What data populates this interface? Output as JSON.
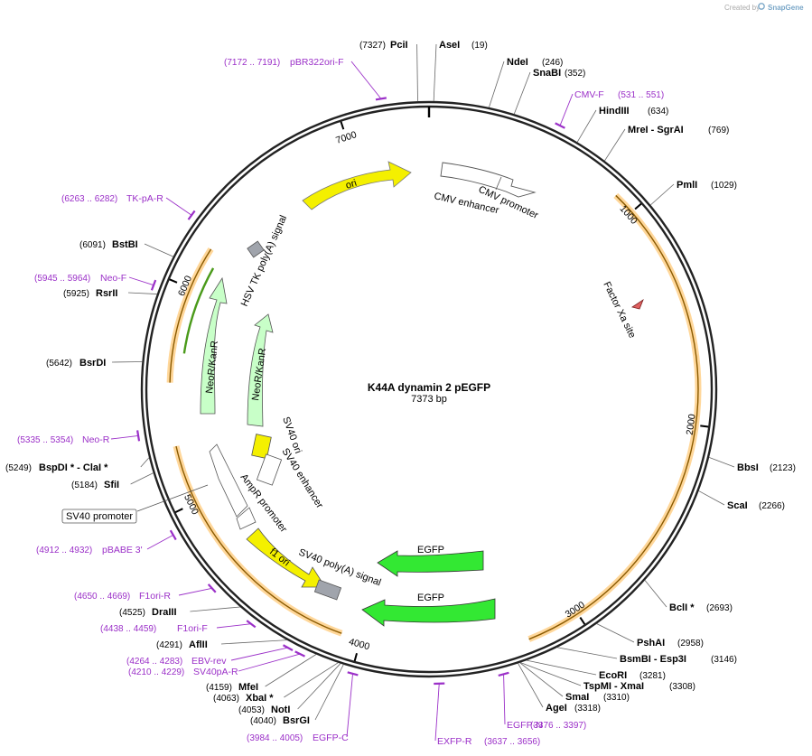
{
  "brand": {
    "created_by": "Created by",
    "product": "SnapGene"
  },
  "plasmid": {
    "name": "K44A dynamin 2 pEGFP",
    "length_label": "7373 bp",
    "length": 7373
  },
  "colors": {
    "backbone": "#222222",
    "primer": "#9b30c8",
    "orf_fill": "#ffd79a",
    "orf_line": "#8a5a00",
    "ori": "#f4f000",
    "egfp": "#33e833",
    "neo": "#c8ffc8",
    "neo_dark": "#4a9a1a",
    "promoter": "#ffffff",
    "signal": "#a0a4ac"
  },
  "ticks": [
    {
      "label": "1000",
      "pos": 1000
    },
    {
      "label": "2000",
      "pos": 2000
    },
    {
      "label": "3000",
      "pos": 3000
    },
    {
      "label": "4000",
      "pos": 4000
    },
    {
      "label": "5000",
      "pos": 5000
    },
    {
      "label": "6000",
      "pos": 6000
    },
    {
      "label": "7000",
      "pos": 7000
    }
  ],
  "sites": [
    {
      "name": "PciI",
      "pos_label": "(7327)",
      "pos": 7327
    },
    {
      "name": "AseI",
      "pos_label": "(19)",
      "pos": 19
    },
    {
      "name": "NdeI",
      "pos_label": "(246)",
      "pos": 246
    },
    {
      "name": "SnaBI",
      "pos_label": "(352)",
      "pos": 352
    },
    {
      "name": "HindIII",
      "pos_label": "(634)",
      "pos": 634
    },
    {
      "name": "MreI  - SgrAI",
      "pos_label": "(769)",
      "pos": 769
    },
    {
      "name": "PmlI",
      "pos_label": "(1029)",
      "pos": 1029
    },
    {
      "name": "BbsI",
      "pos_label": "(2123)",
      "pos": 2123
    },
    {
      "name": "ScaI",
      "pos_label": "(2266)",
      "pos": 2266
    },
    {
      "name": "BclI *",
      "pos_label": "(2693)",
      "pos": 2693
    },
    {
      "name": "PshAI",
      "pos_label": "(2958)",
      "pos": 2958
    },
    {
      "name": "BsmBI  - Esp3I",
      "pos_label": "(3146)",
      "pos": 3146
    },
    {
      "name": "EcoRI",
      "pos_label": "(3281)",
      "pos": 3281
    },
    {
      "name": "TspMI  - XmaI",
      "pos_label": "(3308)",
      "pos": 3308
    },
    {
      "name": "SmaI",
      "pos_label": "(3310)",
      "pos": 3310
    },
    {
      "name": "AgeI",
      "pos_label": "(3318)",
      "pos": 3318
    },
    {
      "name": "BsrGI",
      "pos_label": "(4040)",
      "pos": 4040
    },
    {
      "name": "NotI",
      "pos_label": "(4053)",
      "pos": 4053
    },
    {
      "name": "XbaI *",
      "pos_label": "(4063)",
      "pos": 4063
    },
    {
      "name": "MfeI",
      "pos_label": "(4159)",
      "pos": 4159
    },
    {
      "name": "AflII",
      "pos_label": "(4291)",
      "pos": 4291
    },
    {
      "name": "DraIII",
      "pos_label": "(4525)",
      "pos": 4525
    },
    {
      "name": "SfiI",
      "pos_label": "(5184)",
      "pos": 5184
    },
    {
      "name": "BspDI *  - ClaI *",
      "pos_label": "(5249)",
      "pos": 5249
    },
    {
      "name": "BsrDI",
      "pos_label": "(5642)",
      "pos": 5642
    },
    {
      "name": "RsrII",
      "pos_label": "(5925)",
      "pos": 5925
    },
    {
      "name": "BstBI",
      "pos_label": "(6091)",
      "pos": 6091
    }
  ],
  "primers": [
    {
      "name": "pBR322ori-F",
      "range": "(7172 .. 7191)",
      "pos": 7181
    },
    {
      "name": "CMV-F",
      "range": "(531 .. 551)",
      "pos": 541
    },
    {
      "name": "EGFP-N",
      "range": "(3376 .. 3397)",
      "pos": 3386
    },
    {
      "name": "EXFP-R",
      "range": "(3637 .. 3656)",
      "pos": 3646
    },
    {
      "name": "EGFP-C",
      "range": "(3984 .. 4005)",
      "pos": 3994
    },
    {
      "name": "SV40pA-R",
      "range": "(4210 .. 4229)",
      "pos": 4219
    },
    {
      "name": "EBV-rev",
      "range": "(4264 .. 4283)",
      "pos": 4273
    },
    {
      "name": "F1ori-F",
      "range": "(4438 .. 4459)",
      "pos": 4448
    },
    {
      "name": "F1ori-R",
      "range": "(4650 .. 4669)",
      "pos": 4659
    },
    {
      "name": "pBABE 3'",
      "range": "(4912 .. 4932)",
      "pos": 4922
    },
    {
      "name": "Neo-R",
      "range": "(5335 .. 5354)",
      "pos": 5344
    },
    {
      "name": "Neo-F",
      "range": "(5945 .. 5964)",
      "pos": 5954
    },
    {
      "name": "TK-pA-R",
      "range": "(6263 .. 6282)",
      "pos": 6272
    }
  ],
  "features": {
    "cmv_enhancer": "CMV enhancer",
    "cmv_promoter": "CMV promoter",
    "factor_xa": "Factor Xa site",
    "ori": "ori",
    "hsv_tk": "HSV TK poly(A) signal",
    "neo_outer": "NeoR/KanR",
    "neo_inner": "NeoR/KanR",
    "sv40_ori": "SV40 ori",
    "sv40_enhancer": "SV40 enhancer",
    "ampr_promoter": "AmpR promoter",
    "f1_ori": "f1 ori",
    "sv40_polya": "SV40 poly(A) signal",
    "egfp_1": "EGFP",
    "egfp_2": "EGFP",
    "sv40_promoter": "SV40 promoter"
  }
}
